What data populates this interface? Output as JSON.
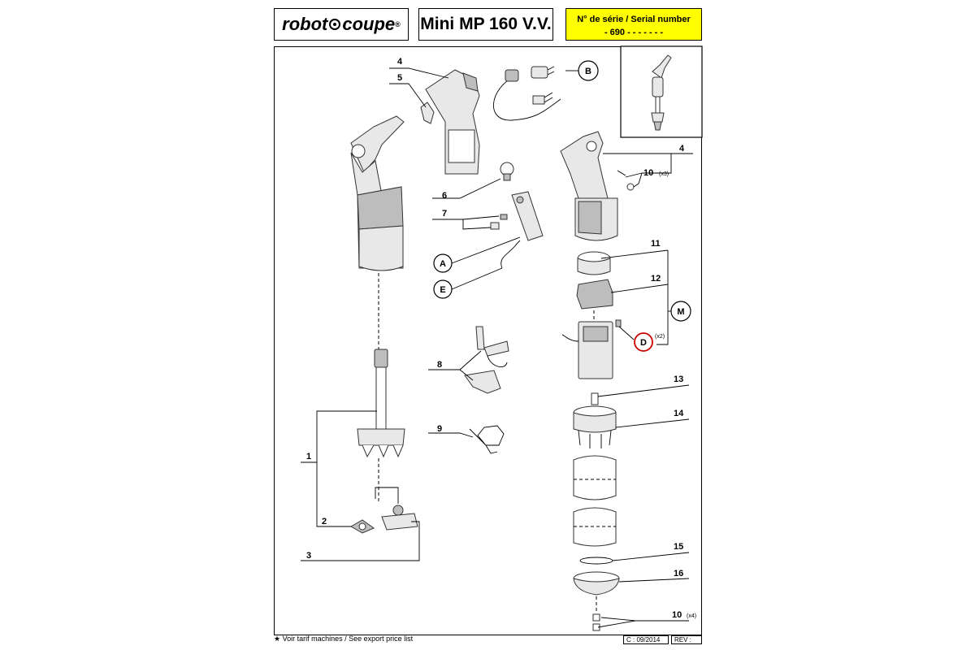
{
  "header": {
    "brand_left": "robot",
    "brand_right": "coupe",
    "brand_reg": "®",
    "model": "Mini MP 160 V.V.",
    "serial_label": "N° de série / Serial number",
    "serial_value": "- 690 - - - - -    - -"
  },
  "callouts": {
    "p1": "1",
    "p2": "2",
    "p3": "3",
    "p4a": "4",
    "p4b": "4",
    "p5": "5",
    "p6": "6",
    "p7": "7",
    "p8": "8",
    "p9": "9",
    "p10a": "10",
    "p10a_qty": "(x3)",
    "p11": "11",
    "p12": "12",
    "p13": "13",
    "p14": "14",
    "p15": "15",
    "p16": "16",
    "p10b": "10",
    "p10b_qty": "(x4)",
    "A": "A",
    "B": "B",
    "D": "D",
    "D_qty": "(x2)",
    "E": "E",
    "M": "M"
  },
  "footer": {
    "note": "★ Voir tarif machines / See export price list",
    "code": "C : 09/2014",
    "rev": "REV :"
  }
}
